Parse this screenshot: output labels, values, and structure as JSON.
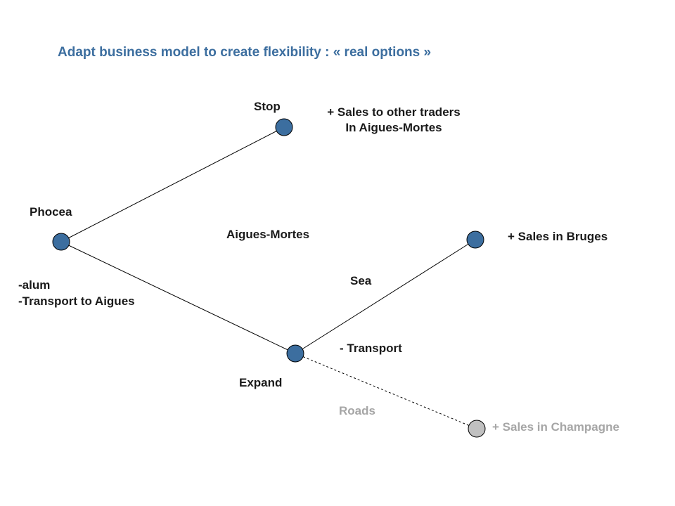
{
  "title": "Adapt business model to create flexibility : « real options »",
  "labels": {
    "stop": "Stop",
    "sales_traders_line1": "+ Sales to other traders",
    "sales_traders_line2": "In Aigues-Mortes",
    "phocea": "Phocea",
    "aigues_mortes": "Aigues-Mortes",
    "sales_bruges": "+ Sales in Bruges",
    "cost_alum": "-alum",
    "cost_transport_aigues": "-Transport to Aigues",
    "sea": "Sea",
    "transport": "- Transport",
    "expand": "Expand",
    "roads": "Roads",
    "sales_champagne": "+ Sales in Champagne"
  },
  "colors": {
    "node_active": "#3c6e9f",
    "node_inactive": "#c0c0c0",
    "title": "#3c6e9f",
    "muted_text": "#a6a6a6"
  }
}
